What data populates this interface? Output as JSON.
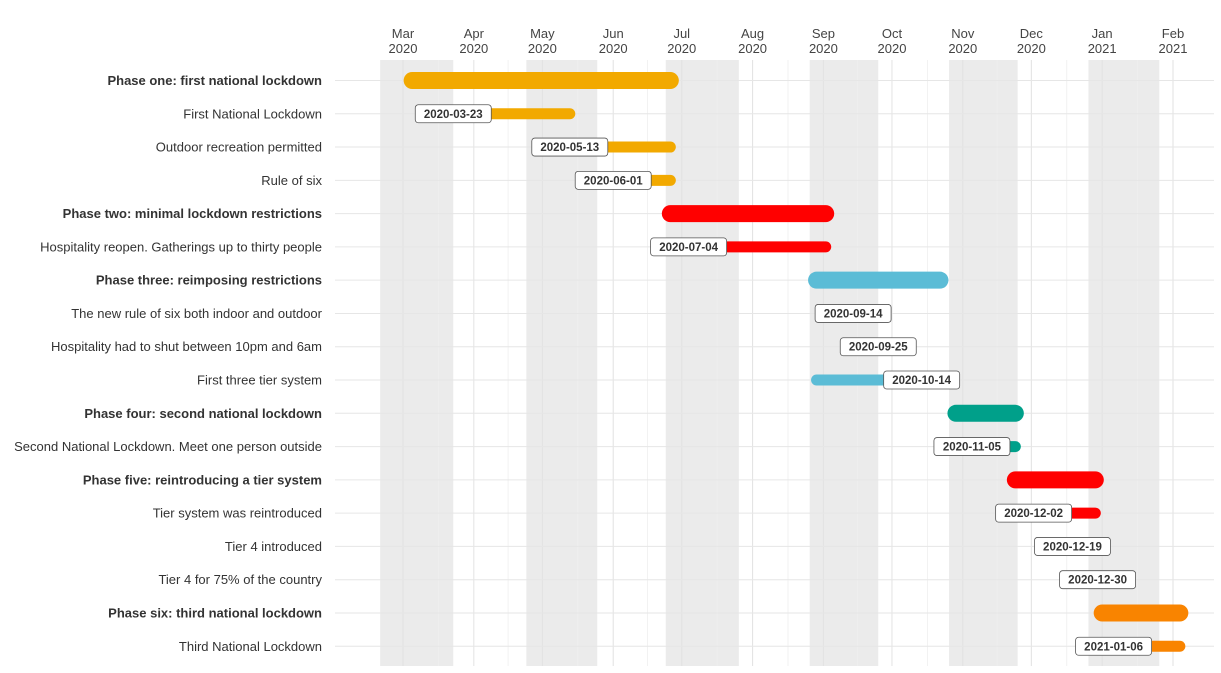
{
  "chart_data": {
    "type": "gantt",
    "title": "",
    "xlabel": "",
    "ylabel": "",
    "xlim": [
      "2020-02-17",
      "2021-02-13"
    ],
    "grid": true,
    "legend": "none",
    "x_ticks": [
      {
        "date": "2020-03-01",
        "month": "Mar",
        "year": "2020"
      },
      {
        "date": "2020-04-01",
        "month": "Apr",
        "year": "2020"
      },
      {
        "date": "2020-05-01",
        "month": "May",
        "year": "2020"
      },
      {
        "date": "2020-06-01",
        "month": "Jun",
        "year": "2020"
      },
      {
        "date": "2020-07-01",
        "month": "Jul",
        "year": "2020"
      },
      {
        "date": "2020-08-01",
        "month": "Aug",
        "year": "2020"
      },
      {
        "date": "2020-09-01",
        "month": "Sep",
        "year": "2020"
      },
      {
        "date": "2020-10-01",
        "month": "Oct",
        "year": "2020"
      },
      {
        "date": "2020-11-01",
        "month": "Nov",
        "year": "2020"
      },
      {
        "date": "2020-12-01",
        "month": "Dec",
        "year": "2020"
      },
      {
        "date": "2021-01-01",
        "month": "Jan",
        "year": "2021"
      },
      {
        "date": "2021-02-01",
        "month": "Feb",
        "year": "2021"
      }
    ],
    "shaded_bands": [
      [
        "2020-02-20",
        "2020-03-23"
      ],
      [
        "2020-04-24",
        "2020-05-25"
      ],
      [
        "2020-06-24",
        "2020-07-26"
      ],
      [
        "2020-08-26",
        "2020-09-25"
      ],
      [
        "2020-10-26",
        "2020-11-25"
      ],
      [
        "2020-12-26",
        "2021-01-26"
      ]
    ],
    "rows": [
      {
        "label": "Phase one: first national lockdown",
        "phase": true,
        "start": "2020-03-05",
        "end": "2020-06-26",
        "color": "#F2A900"
      },
      {
        "label": "First National Lockdown",
        "phase": false,
        "start": "2020-03-23",
        "end": "2020-05-13",
        "color": "#F2A900",
        "date_label": "2020-03-23"
      },
      {
        "label": "Outdoor recreation permitted",
        "phase": false,
        "start": "2020-05-13",
        "end": "2020-06-26",
        "color": "#F2A900",
        "date_label": "2020-05-13"
      },
      {
        "label": "Rule of six",
        "phase": false,
        "start": "2020-06-01",
        "end": "2020-06-26",
        "color": "#F2A900",
        "date_label": "2020-06-01"
      },
      {
        "label": "Phase two: minimal lockdown restrictions",
        "phase": true,
        "start": "2020-06-26",
        "end": "2020-09-02",
        "color": "#FF0000"
      },
      {
        "label": "Hospitality reopen. Gatherings up to thirty people",
        "phase": false,
        "start": "2020-07-04",
        "end": "2020-09-02",
        "color": "#FF0000",
        "date_label": "2020-07-04"
      },
      {
        "label": "Phase three: reimposing restrictions",
        "phase": true,
        "start": "2020-08-29",
        "end": "2020-10-22",
        "color": "#5BBCD6"
      },
      {
        "label": "The new rule of six both indoor and outdoor",
        "phase": false,
        "start": "2020-09-14",
        "end": "2020-09-14",
        "color": "#5BBCD6",
        "date_label": "2020-09-14"
      },
      {
        "label": "Hospitality had to shut between 10pm and 6am",
        "phase": false,
        "start": "2020-09-25",
        "end": "2020-09-25",
        "color": "#5BBCD6",
        "date_label": "2020-09-25"
      },
      {
        "label": "First three tier system",
        "phase": false,
        "start": "2020-08-29",
        "end": "2020-10-22",
        "color": "#5BBCD6",
        "date_label": "2020-10-14"
      },
      {
        "label": "Phase four: second national lockdown",
        "phase": true,
        "start": "2020-10-29",
        "end": "2020-11-24",
        "color": "#00A08A"
      },
      {
        "label": "Second National Lockdown. Meet one person outside",
        "phase": false,
        "start": "2020-11-05",
        "end": "2020-11-24",
        "color": "#00A08A",
        "date_label": "2020-11-05"
      },
      {
        "label": "Phase five: reintroducing a tier system",
        "phase": true,
        "start": "2020-11-24",
        "end": "2020-12-29",
        "color": "#FF0000"
      },
      {
        "label": "Tier system was reintroduced",
        "phase": false,
        "start": "2020-12-02",
        "end": "2020-12-29",
        "color": "#FF0000",
        "date_label": "2020-12-02"
      },
      {
        "label": "Tier 4 introduced",
        "phase": false,
        "start": "2020-12-19",
        "end": "2020-12-29",
        "color": "#FF0000",
        "date_label": "2020-12-19"
      },
      {
        "label": "Tier 4 for 75% of the country",
        "phase": false,
        "start": "2020-12-30",
        "end": "2020-12-30",
        "color": "#FF0000",
        "date_label": "2020-12-30"
      },
      {
        "label": "Phase six: third national lockdown",
        "phase": true,
        "start": "2021-01-01",
        "end": "2021-02-04",
        "color": "#F98400"
      },
      {
        "label": "Third National Lockdown",
        "phase": false,
        "start": "2021-01-06",
        "end": "2021-02-04",
        "color": "#F98400",
        "date_label": "2021-01-06"
      }
    ]
  }
}
